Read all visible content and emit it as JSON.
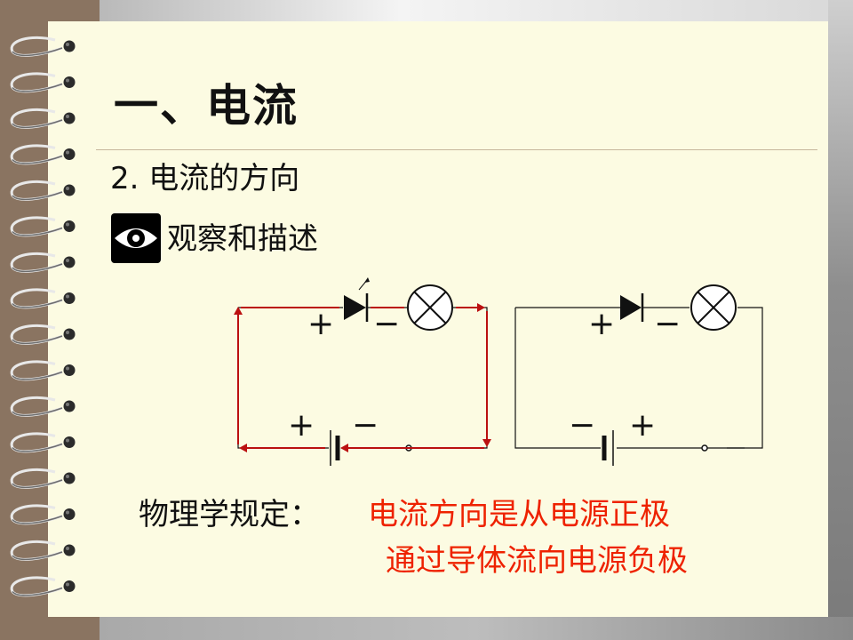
{
  "slide": {
    "title": "一、电流",
    "subtitle": "2. 电流的方向",
    "observe_label": "观察和描述"
  },
  "circuit_left": {
    "diode_plus": "+",
    "diode_minus": "−",
    "battery_plus": "+",
    "battery_minus": "−"
  },
  "circuit_right": {
    "diode_plus": "+",
    "diode_minus": "−",
    "battery_minus": "−",
    "battery_plus": "+"
  },
  "statement": {
    "prefix": "物理学规定：",
    "line1": "电流方向是从电源正极",
    "line2": "通过导体流向电源负极"
  },
  "colors": {
    "page": "#fcfbe2",
    "text": "#111111",
    "highlight": "#ee2200",
    "current_arrow": "#bb1010"
  }
}
